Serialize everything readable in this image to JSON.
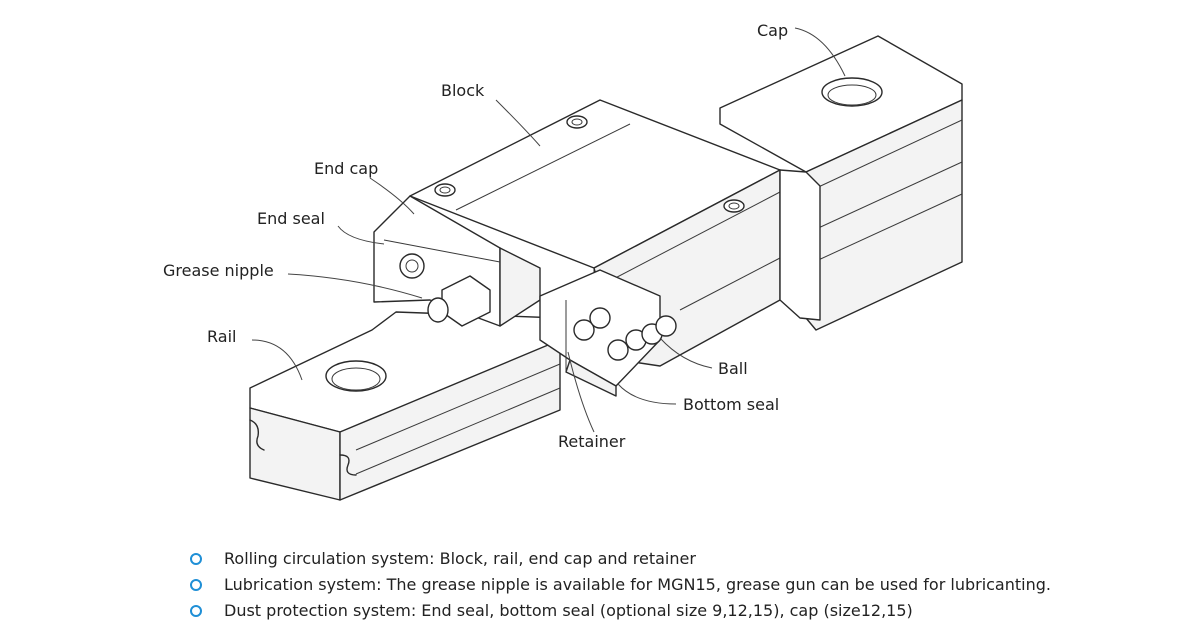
{
  "labels": {
    "cap": "Cap",
    "block": "Block",
    "end_cap": "End cap",
    "end_seal": "End seal",
    "grease_nipple": "Grease nipple",
    "rail": "Rail",
    "ball": "Ball",
    "bottom_seal": "Bottom seal",
    "retainer": "Retainer"
  },
  "features": [
    "Rolling circulation system: Block, rail, end cap and retainer",
    "Lubrication system: The grease nipple is available for MGN15, grease gun can be used for lubricanting.",
    "Dust protection system: End seal, bottom seal (optional size 9,12,15), cap (size12,15)"
  ],
  "colors": {
    "bullet": "#1f8fd6",
    "line": "#2a2a2a"
  },
  "icons": {
    "bullet": "ring-bullet-icon"
  }
}
